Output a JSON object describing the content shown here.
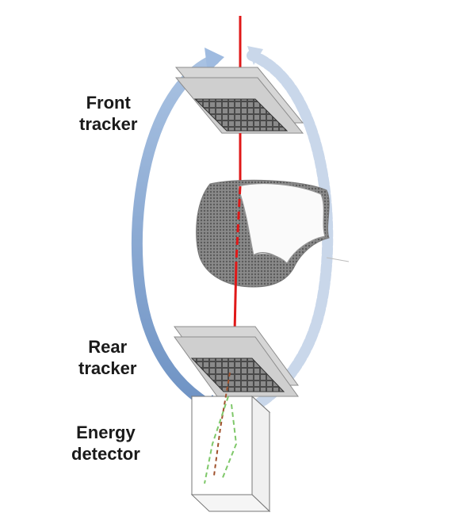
{
  "labels": {
    "front_tracker": [
      "Front",
      "tracker"
    ],
    "rear_tracker": [
      "Rear",
      "tracker"
    ],
    "energy_detector": [
      "Energy",
      "detector"
    ]
  },
  "colors": {
    "beam": "#e01818",
    "rotation_arrow": "#8fb0d6",
    "tracker_plate": "#cfcfcf",
    "tracker_grid": "#3a3a3a",
    "head_silhouette": "#6e6e6e",
    "secondary_track": "#7fc86a"
  },
  "icons": {
    "rotation": "rotation-arrow-icon",
    "head": "head-silhouette-icon"
  }
}
